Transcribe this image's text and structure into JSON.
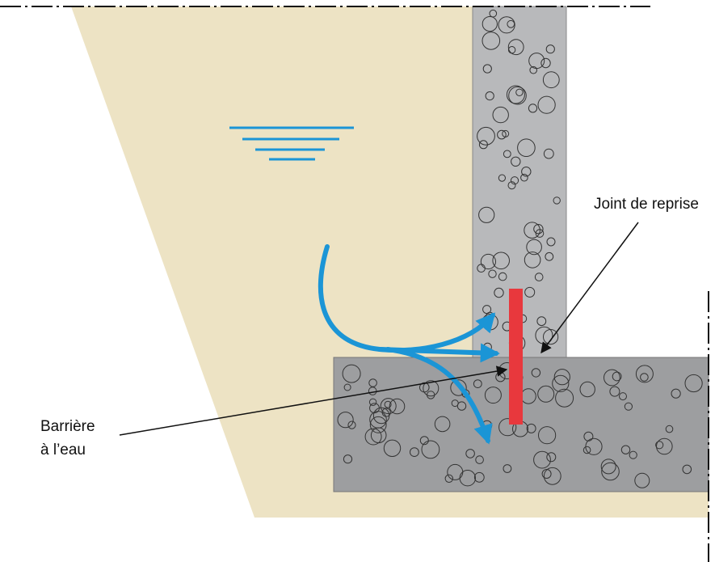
{
  "labels": {
    "joint": "Joint de reprise",
    "barrier_line1": "Barrière",
    "barrier_line2": "à l’eau"
  },
  "colors": {
    "soil": "#ede3c4",
    "wall": "#b8b9bb",
    "slab": "#9d9ea0",
    "barrier": "#e8383d",
    "water": "#1b95d6"
  }
}
